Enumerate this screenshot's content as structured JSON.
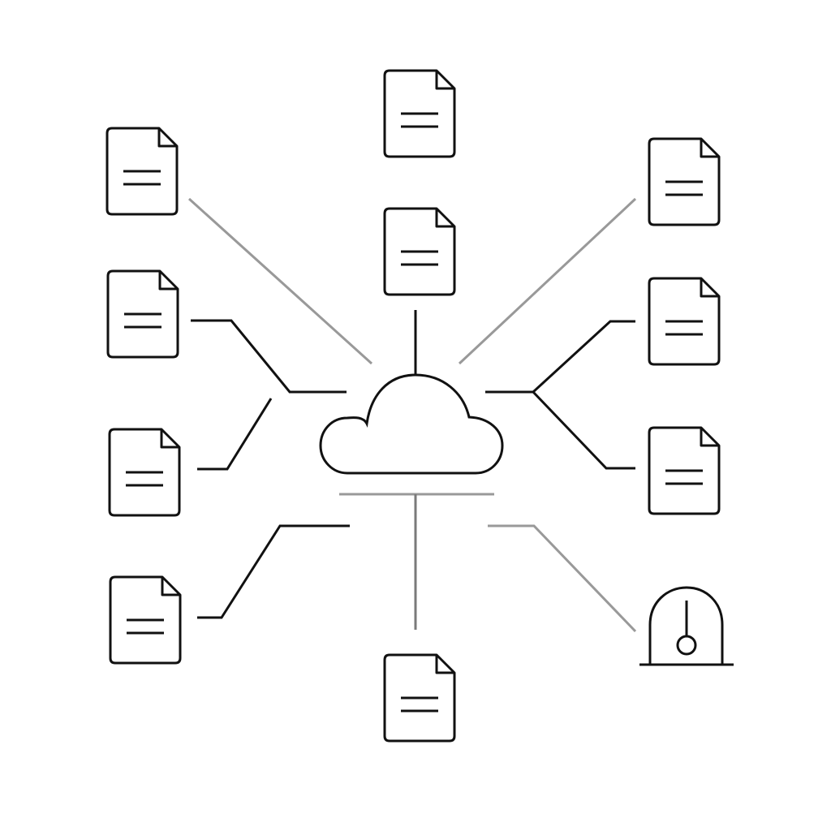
{
  "diagram": {
    "hub": {
      "icon": "cloud-icon"
    },
    "documents": [
      {
        "id": "top-outer",
        "icon": "document-icon"
      },
      {
        "id": "top-inner",
        "icon": "document-icon"
      },
      {
        "id": "left-1",
        "icon": "document-icon"
      },
      {
        "id": "left-2",
        "icon": "document-icon"
      },
      {
        "id": "left-3",
        "icon": "document-icon"
      },
      {
        "id": "left-4",
        "icon": "document-icon"
      },
      {
        "id": "right-1",
        "icon": "document-icon"
      },
      {
        "id": "right-2",
        "icon": "document-icon"
      },
      {
        "id": "right-3",
        "icon": "document-icon"
      },
      {
        "id": "bottom",
        "icon": "document-icon"
      }
    ],
    "device": {
      "icon": "timer-device-icon"
    }
  },
  "colors": {
    "ink": "#111111",
    "light_connector": "#999999",
    "mid_connector": "#7a7a7a",
    "background": "#ffffff"
  }
}
